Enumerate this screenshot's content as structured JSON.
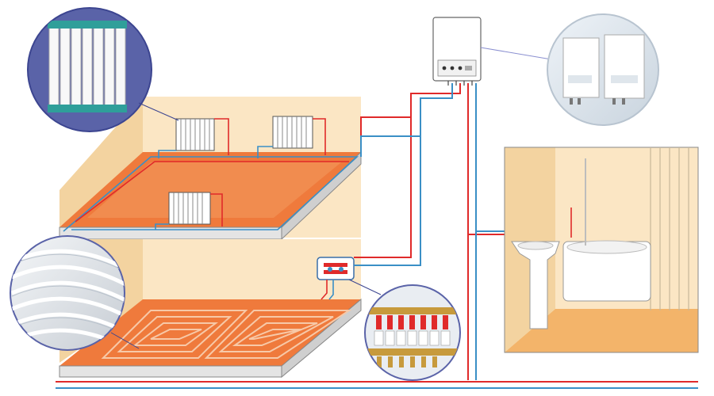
{
  "scene": {
    "colors": {
      "hot_pipe": "#e02a2a",
      "cold_pipe": "#3a8fc6",
      "floor_heat": "#ef7a3c",
      "wall": "#fbe6c4",
      "wall_shade": "#f3d3a0",
      "slab": "#ececec",
      "inset_bg": "#5a63a8",
      "radiator_cap": "#2f9f9a"
    },
    "components": [
      {
        "id": "boiler",
        "icon": "wall-boiler-icon"
      },
      {
        "id": "boiler-photo",
        "icon": "boiler-photo-inset"
      },
      {
        "id": "radiator-photo",
        "icon": "radiator-photo-inset"
      },
      {
        "id": "floor-pipe-photo",
        "icon": "floor-pipe-photo-inset"
      },
      {
        "id": "manifold-photo",
        "icon": "manifold-photo-inset"
      },
      {
        "id": "radiator-upper-left",
        "icon": "radiator-icon"
      },
      {
        "id": "radiator-upper-right",
        "icon": "radiator-icon"
      },
      {
        "id": "radiator-middle",
        "icon": "radiator-icon"
      },
      {
        "id": "manifold",
        "icon": "manifold-icon"
      },
      {
        "id": "bathroom",
        "icon": "bathroom-icon"
      }
    ]
  }
}
